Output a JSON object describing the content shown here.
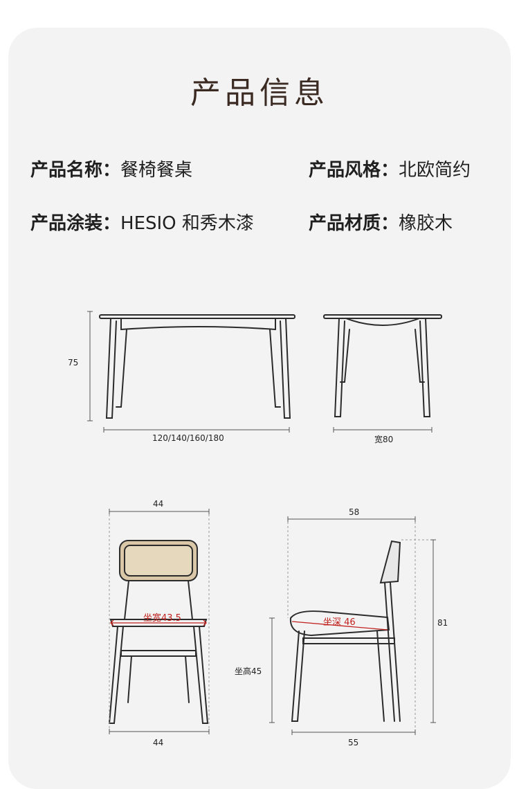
{
  "title": "产品信息",
  "specs": {
    "name_label": "产品名称：",
    "name_value": "餐椅餐桌",
    "style_label": "产品风格：",
    "style_value": "北欧简约",
    "finish_label": "产品涂装：",
    "finish_value": "HESIO 和秀木漆",
    "material_label": "产品材质：",
    "material_value": "橡胶木"
  },
  "dims": {
    "table_height": "75",
    "table_length": "120/140/160/180",
    "table_width": "宽80",
    "chair_front_top_width": "44",
    "chair_front_bottom_width": "44",
    "seat_width": "坐宽43.5",
    "chair_side_top_depth": "58",
    "chair_side_bottom_depth": "55",
    "seat_depth": "坐深 46",
    "chair_height": "81",
    "seat_height": "坐高45"
  },
  "colors": {
    "card": "#f3f3f3",
    "line": "#2b2b2b",
    "accent_red": "#c0221f",
    "rattan": "#d9c7a8"
  }
}
